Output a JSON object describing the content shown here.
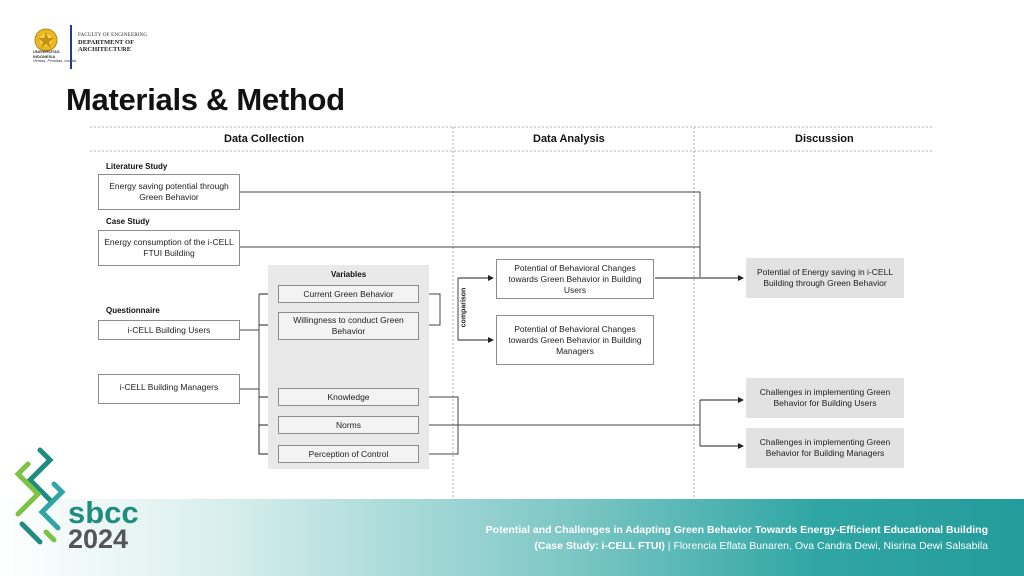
{
  "header": {
    "dept_line1": "FACULTY OF ENGINEERING",
    "dept_line2": "DEPARTMENT OF",
    "dept_line3": "ARCHITECTURE",
    "univ_line1": "UNIVERSITAS",
    "univ_line2": "INDONESIA",
    "univ_line3": "Veritas, Probitas, Iustitia"
  },
  "title": "Materials & Method",
  "columns": {
    "collection": "Data Collection",
    "analysis": "Data Analysis",
    "discussion": "Discussion"
  },
  "groups": {
    "literature": "Literature Study",
    "case": "Case Study",
    "questionnaire": "Questionnaire",
    "variables": "Variables"
  },
  "boxes": {
    "lit": "Energy saving potential through Green Behavior",
    "case": "Energy consumption of the i-CELL FTUI Building",
    "users": "i-CELL Building Users",
    "managers": "i-CELL Building Managers",
    "current": "Current Green Behavior",
    "willingness": "Willingness to conduct Green Behavior",
    "knowledge": "Knowledge",
    "norms": "Norms",
    "perception": "Perception of Control",
    "pot_users": "Potential of Behavioral Changes towards Green Behavior in Building Users",
    "pot_managers": "Potential of Behavioral Changes towards Green Behavior in Building Managers",
    "disc_saving": "Potential of Energy saving in i-CELL Building through Green Behavior",
    "disc_users": "Challenges in implementing Green Behavior for Building Users",
    "disc_managers": "Challenges in implementing Green Behavior for Building Managers"
  },
  "comparison": "comparison",
  "footer": {
    "line1": "Potential and Challenges in Adapting Green Behavior Towards Energy-Efficient Educational Building",
    "case_study": "(Case Study: i-CELL FTUI)",
    "separator": " | ",
    "authors": "Florencia Eflata Bunaren, Ova Candra Dewi, Nisrina Dewi Salsabila"
  },
  "sbcc": {
    "name": "sbcc",
    "year": "2024"
  },
  "colors": {
    "accent": "#2fa6a4",
    "line": "#222222",
    "box_fill": "#e2e2e2"
  }
}
